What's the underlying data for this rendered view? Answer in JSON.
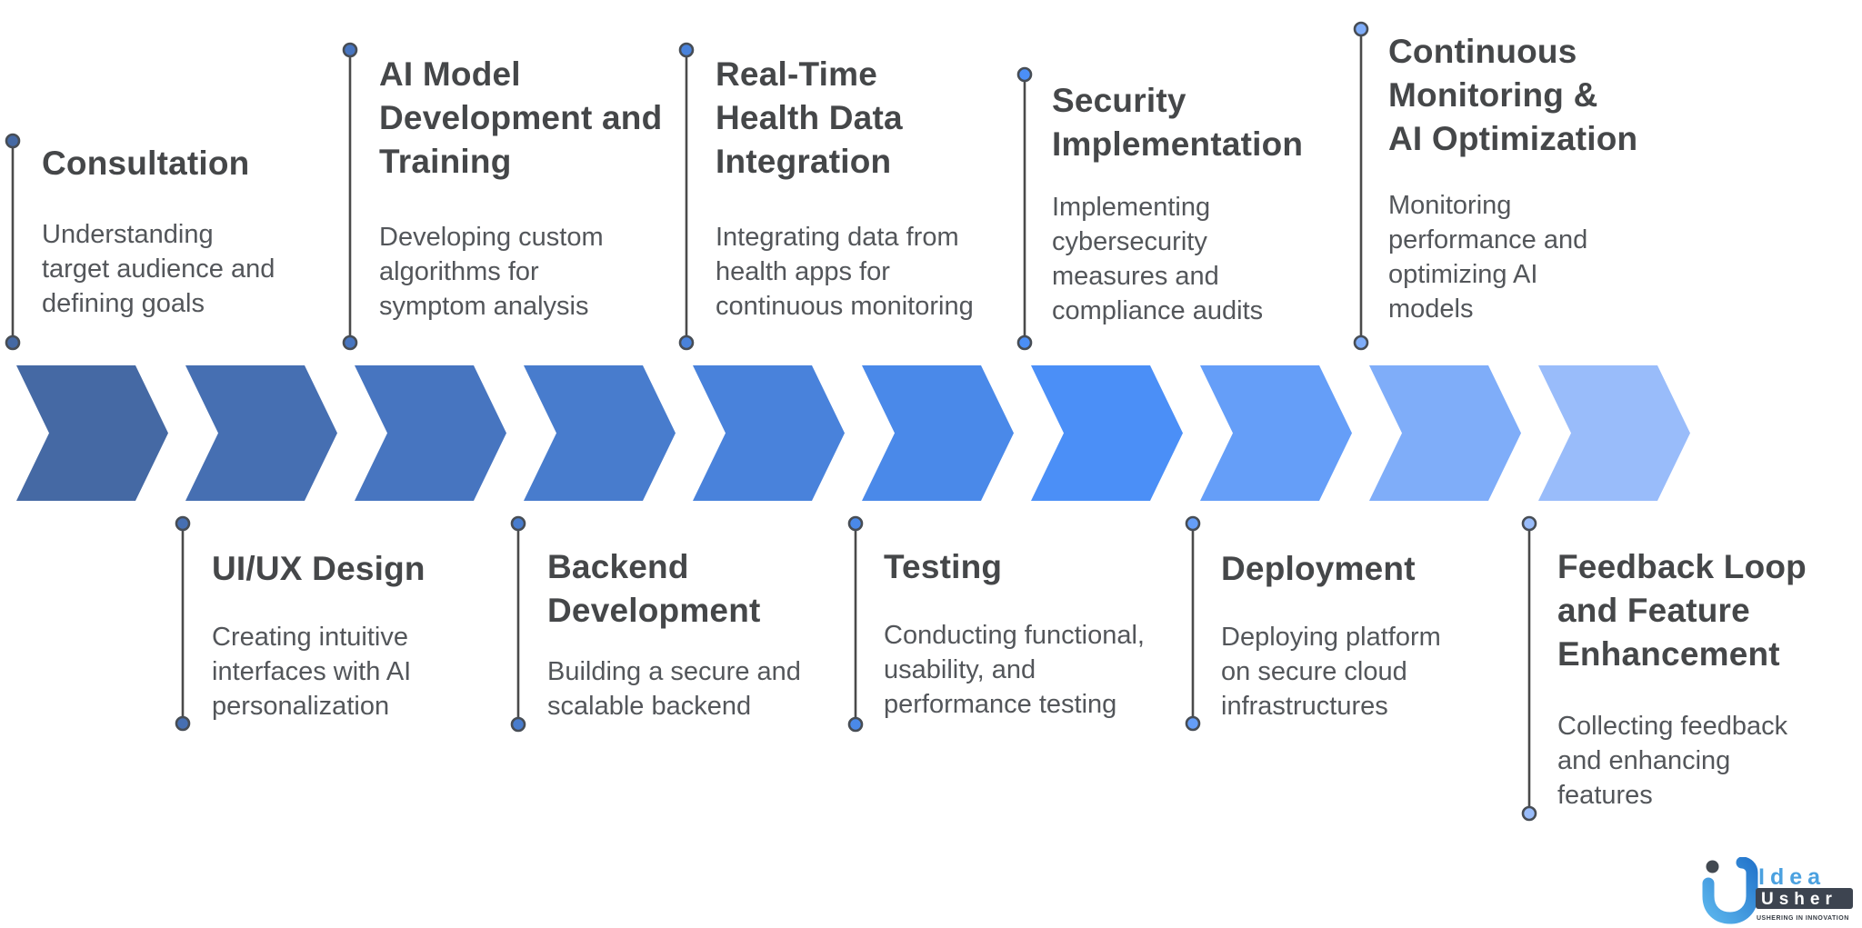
{
  "background": "#ffffff",
  "steps": [
    {
      "order": 1,
      "position": "top",
      "title": "Consultation",
      "description": "Understanding\ntarget audience and\ndefining goals",
      "chevron_color": "#4569A4",
      "dot_color": "#4569A4"
    },
    {
      "order": 2,
      "position": "bottom",
      "title": "UI/UX Design",
      "description": "Creating intuitive\ninterfaces with AI\npersonalization",
      "chevron_color": "#466FB2",
      "dot_color": "#466FB2"
    },
    {
      "order": 3,
      "position": "top",
      "title": "AI Model\nDevelopment and\nTraining",
      "description": "Developing custom\nalgorithms for\nsymptom analysis",
      "chevron_color": "#4775C0",
      "dot_color": "#4775C0"
    },
    {
      "order": 4,
      "position": "bottom",
      "title": "Backend\nDevelopment",
      "description": "Building a secure and\nscalable backend",
      "chevron_color": "#487CCD",
      "dot_color": "#487CCD"
    },
    {
      "order": 5,
      "position": "top",
      "title": "Real-Time\nHealth Data\nIntegration",
      "description": "Integrating data from\nhealth apps for\ncontinuous monitoring",
      "chevron_color": "#4982DB",
      "dot_color": "#4982DB"
    },
    {
      "order": 6,
      "position": "bottom",
      "title": "Testing",
      "description": "Conducting functional,\nusability, and\nperformance testing",
      "chevron_color": "#4A89E9",
      "dot_color": "#4A89E9"
    },
    {
      "order": 7,
      "position": "top",
      "title": "Security\nImplementation",
      "description": "Implementing\ncybersecurity\nmeasures and\ncompliance audits",
      "chevron_color": "#4B8FF7",
      "dot_color": "#4B8FF7"
    },
    {
      "order": 8,
      "position": "bottom",
      "title": "Deployment",
      "description": "Deploying platform\non secure cloud\ninfrastructures",
      "chevron_color": "#659EF8",
      "dot_color": "#659EF8"
    },
    {
      "order": 9,
      "position": "top",
      "title": "Continuous\nMonitoring &\nAI Optimization",
      "description": "Monitoring\nperformance and\noptimizing AI\nmodels",
      "chevron_color": "#7FADF9",
      "dot_color": "#7FADF9"
    },
    {
      "order": 10,
      "position": "bottom",
      "title": "Feedback Loop\nand Feature\nEnhancement",
      "description": "Collecting feedback\nand enhancing\nfeatures",
      "chevron_color": "#99BCFA",
      "dot_color": "#99BCFA"
    }
  ],
  "connector": {
    "line_color": "#4a4a4a",
    "dot_stroke_color": "#474d55"
  },
  "text_colors": {
    "title": "#454749",
    "description": "#53565a"
  },
  "logo": {
    "brand_word_1": "Idea",
    "brand_word_2": "Usher",
    "tagline": "USHERING IN INNOVATION",
    "mark_gradient_start": "#5AB4EC",
    "mark_gradient_end": "#2678CD",
    "i_dot_color": "#424951",
    "idea_text_color": "#4BA1E0",
    "usher_badge_color": "#3D4450",
    "usher_text_color": "#FFFFFF",
    "tagline_color": "#353B43"
  }
}
